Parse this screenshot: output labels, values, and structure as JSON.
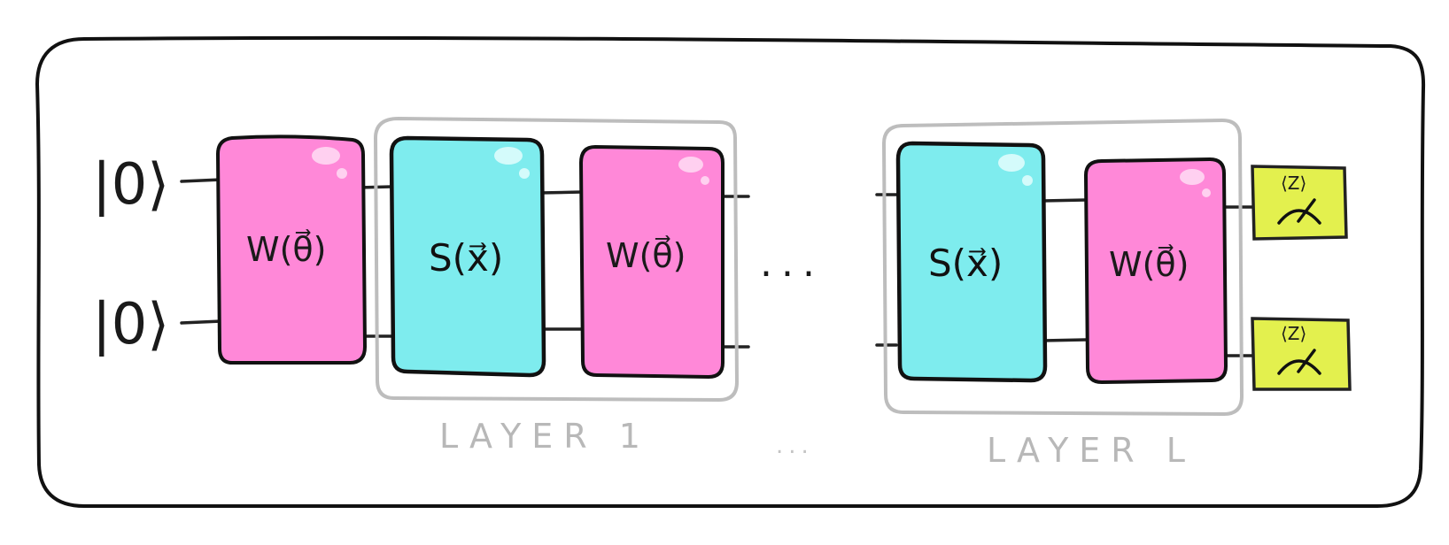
{
  "inputs": [
    {
      "label": "|0⟩"
    },
    {
      "label": "|0⟩"
    }
  ],
  "gates": {
    "w_label": "W(θ⃗)",
    "s_label": "S(x⃗)"
  },
  "layers": [
    {
      "caption": "LAYER 1"
    },
    {
      "caption": "LAYER L"
    }
  ],
  "middle_ellipsis": "...",
  "caption_ellipsis": "...",
  "measurements": [
    {
      "label": "⟨Z⟩"
    },
    {
      "label": "⟨Z⟩"
    }
  ],
  "colors": {
    "w_gate": "#ff88d8",
    "s_gate": "#7eecee",
    "measure": "#e3f04e",
    "layer_box": "#bdbdbd",
    "outline": "#111111"
  },
  "icons": [
    "meter-icon",
    "meter-icon"
  ]
}
